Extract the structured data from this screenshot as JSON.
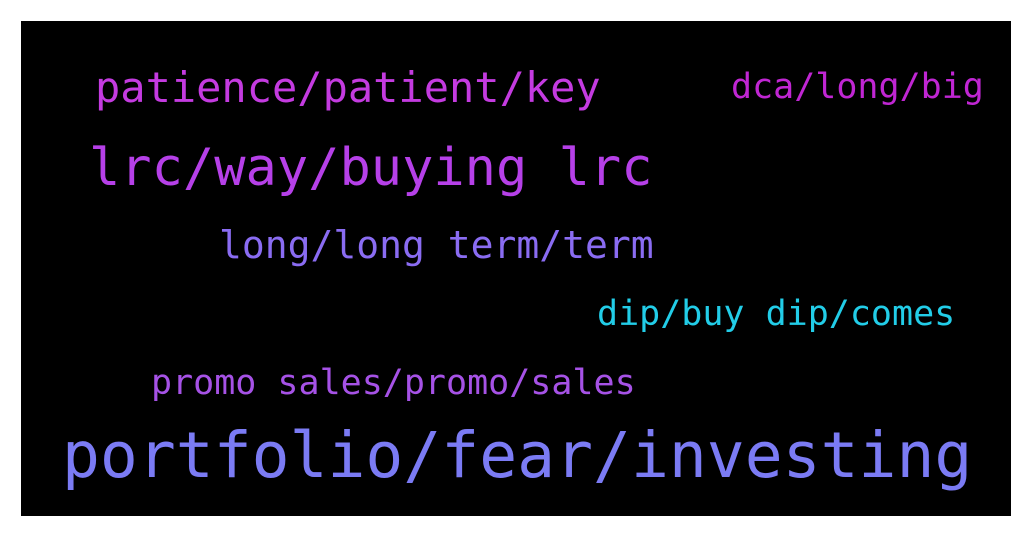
{
  "background_color": "#000000",
  "words": [
    {
      "text": "patience/patient/key",
      "color": "#c43be0"
    },
    {
      "text": "dca/long/big",
      "color": "#c026d3"
    },
    {
      "text": "lrc/way/buying lrc",
      "color": "#b640e8"
    },
    {
      "text": "long/long term/term",
      "color": "#8a6cf2"
    },
    {
      "text": "dip/buy dip/comes",
      "color": "#22cde8"
    },
    {
      "text": "promo sales/promo/sales",
      "color": "#a652e6"
    },
    {
      "text": "portfolio/fear/investing",
      "color": "#7b7bf4"
    }
  ]
}
